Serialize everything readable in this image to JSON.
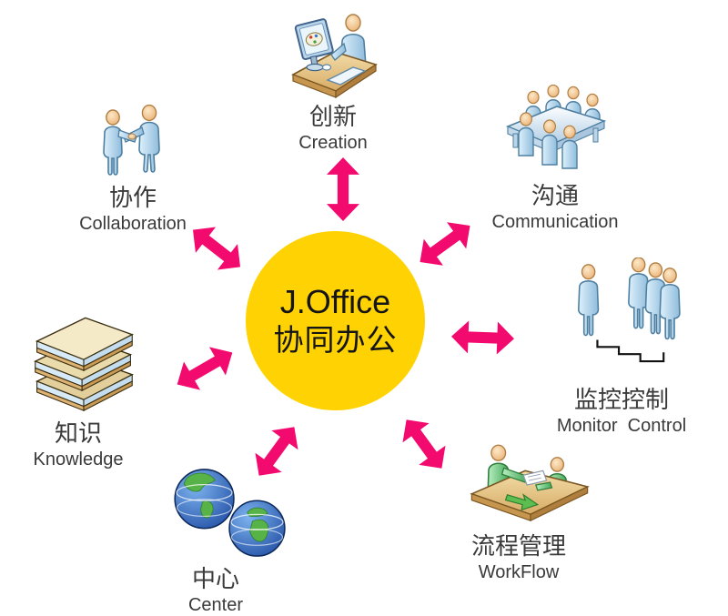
{
  "title": "J.Office collaborative office diagram",
  "colors": {
    "arrow": "#F30A6E",
    "circle": "#FFD303",
    "label": "#3A3A3A"
  },
  "center": {
    "line1": "J.Office",
    "line2": "协同办公"
  },
  "nodes": {
    "creation": {
      "zh": "创新",
      "en": "Creation"
    },
    "collaboration": {
      "zh": "协作",
      "en": "Collaboration"
    },
    "communication": {
      "zh": "沟通",
      "en": "Communication"
    },
    "monitor": {
      "zh": "监控控制",
      "en": "Monitor  Control"
    },
    "workflow": {
      "zh": "流程管理",
      "en": "WorkFlow"
    },
    "center_node": {
      "zh": "中心",
      "en": "Center"
    },
    "knowledge": {
      "zh": "知识",
      "en": "Knowledge"
    }
  }
}
